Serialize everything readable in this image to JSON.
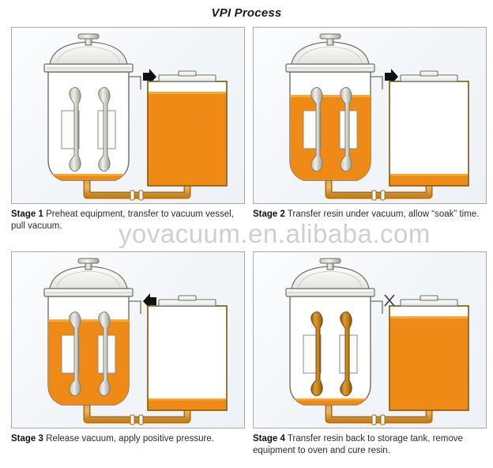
{
  "title": "VPI Process",
  "watermark": "yovacuum.en.alibaba.com",
  "colors": {
    "resin": "#F08A16",
    "resin_light": "#F7A83A",
    "pipe": "#E8A13C",
    "pipe_outline": "#B06A12",
    "metal": "#A9A9A4",
    "panel_border": "#A8AAB0",
    "arrow": "#111111",
    "text": "#2b2b2b"
  },
  "stages": [
    {
      "id": "stage-1",
      "label": "Stage 1",
      "text": "Preheat equipment, transfer to vacuum vessel, pull vacuum.",
      "vessel_fill_pct": 6,
      "tank_fill_pct": 93,
      "coils_impregnated": false,
      "port_marker": "arrow-right",
      "port_marker_label": "vacuum-out-arrow"
    },
    {
      "id": "stage-2",
      "label": "Stage 2",
      "text": "Transfer resin under vacuum, allow “soak” time.",
      "vessel_fill_pct": 78,
      "tank_fill_pct": 11,
      "coils_impregnated": false,
      "port_marker": "arrow-right",
      "port_marker_label": "vacuum-out-arrow"
    },
    {
      "id": "stage-3",
      "label": "Stage 3",
      "text": "Release vacuum, apply positive pressure.",
      "vessel_fill_pct": 78,
      "tank_fill_pct": 11,
      "coils_impregnated": false,
      "port_marker": "arrow-left",
      "port_marker_label": "pressure-in-arrow"
    },
    {
      "id": "stage-4",
      "label": "Stage 4",
      "text": "Transfer resin back to storage tank, remove equipment to oven and cure resin.",
      "vessel_fill_pct": 6,
      "tank_fill_pct": 93,
      "coils_impregnated": true,
      "port_marker": "x-mark",
      "port_marker_label": "port-closed-x"
    }
  ],
  "legend_parts": {
    "vacuum_vessel": "vacuum vessel",
    "storage_tank": "resin storage tank",
    "coils": "stator coils",
    "transfer_pipe": "resin transfer pipe",
    "valves": "pipe valves"
  }
}
